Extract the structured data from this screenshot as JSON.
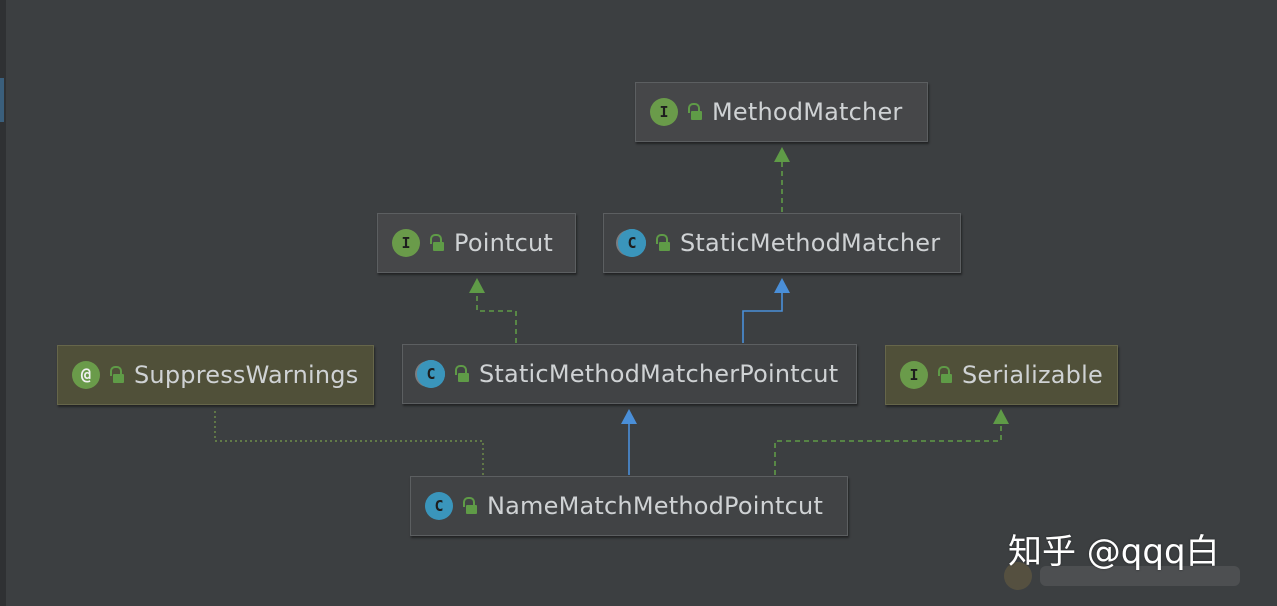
{
  "diagram": {
    "nodes": [
      {
        "id": "method-matcher",
        "label": "MethodMatcher",
        "kind": "interface",
        "icon": "I"
      },
      {
        "id": "pointcut",
        "label": "Pointcut",
        "kind": "interface",
        "icon": "I"
      },
      {
        "id": "static-method-matcher",
        "label": "StaticMethodMatcher",
        "kind": "abstract-class",
        "icon": "C"
      },
      {
        "id": "suppress-warnings",
        "label": "SuppressWarnings",
        "kind": "annotation",
        "icon": "@"
      },
      {
        "id": "static-method-matcher-pointcut",
        "label": "StaticMethodMatcherPointcut",
        "kind": "abstract-class",
        "icon": "C"
      },
      {
        "id": "serializable",
        "label": "Serializable",
        "kind": "interface",
        "icon": "I"
      },
      {
        "id": "name-match-method-pointcut",
        "label": "NameMatchMethodPointcut",
        "kind": "class",
        "icon": "C"
      }
    ],
    "edges": [
      {
        "from": "static-method-matcher",
        "to": "method-matcher",
        "type": "implements"
      },
      {
        "from": "static-method-matcher-pointcut",
        "to": "pointcut",
        "type": "implements"
      },
      {
        "from": "static-method-matcher-pointcut",
        "to": "static-method-matcher",
        "type": "extends"
      },
      {
        "from": "name-match-method-pointcut",
        "to": "static-method-matcher-pointcut",
        "type": "extends"
      },
      {
        "from": "name-match-method-pointcut",
        "to": "serializable",
        "type": "implements"
      },
      {
        "from": "name-match-method-pointcut",
        "to": "suppress-warnings",
        "type": "annotated-by"
      }
    ],
    "colors": {
      "implements": "#5f9b47",
      "extends": "#4a8fd8",
      "annotation": "#6f8f4a",
      "background": "#3c3f41"
    }
  },
  "watermark": "知乎 @qqq白"
}
